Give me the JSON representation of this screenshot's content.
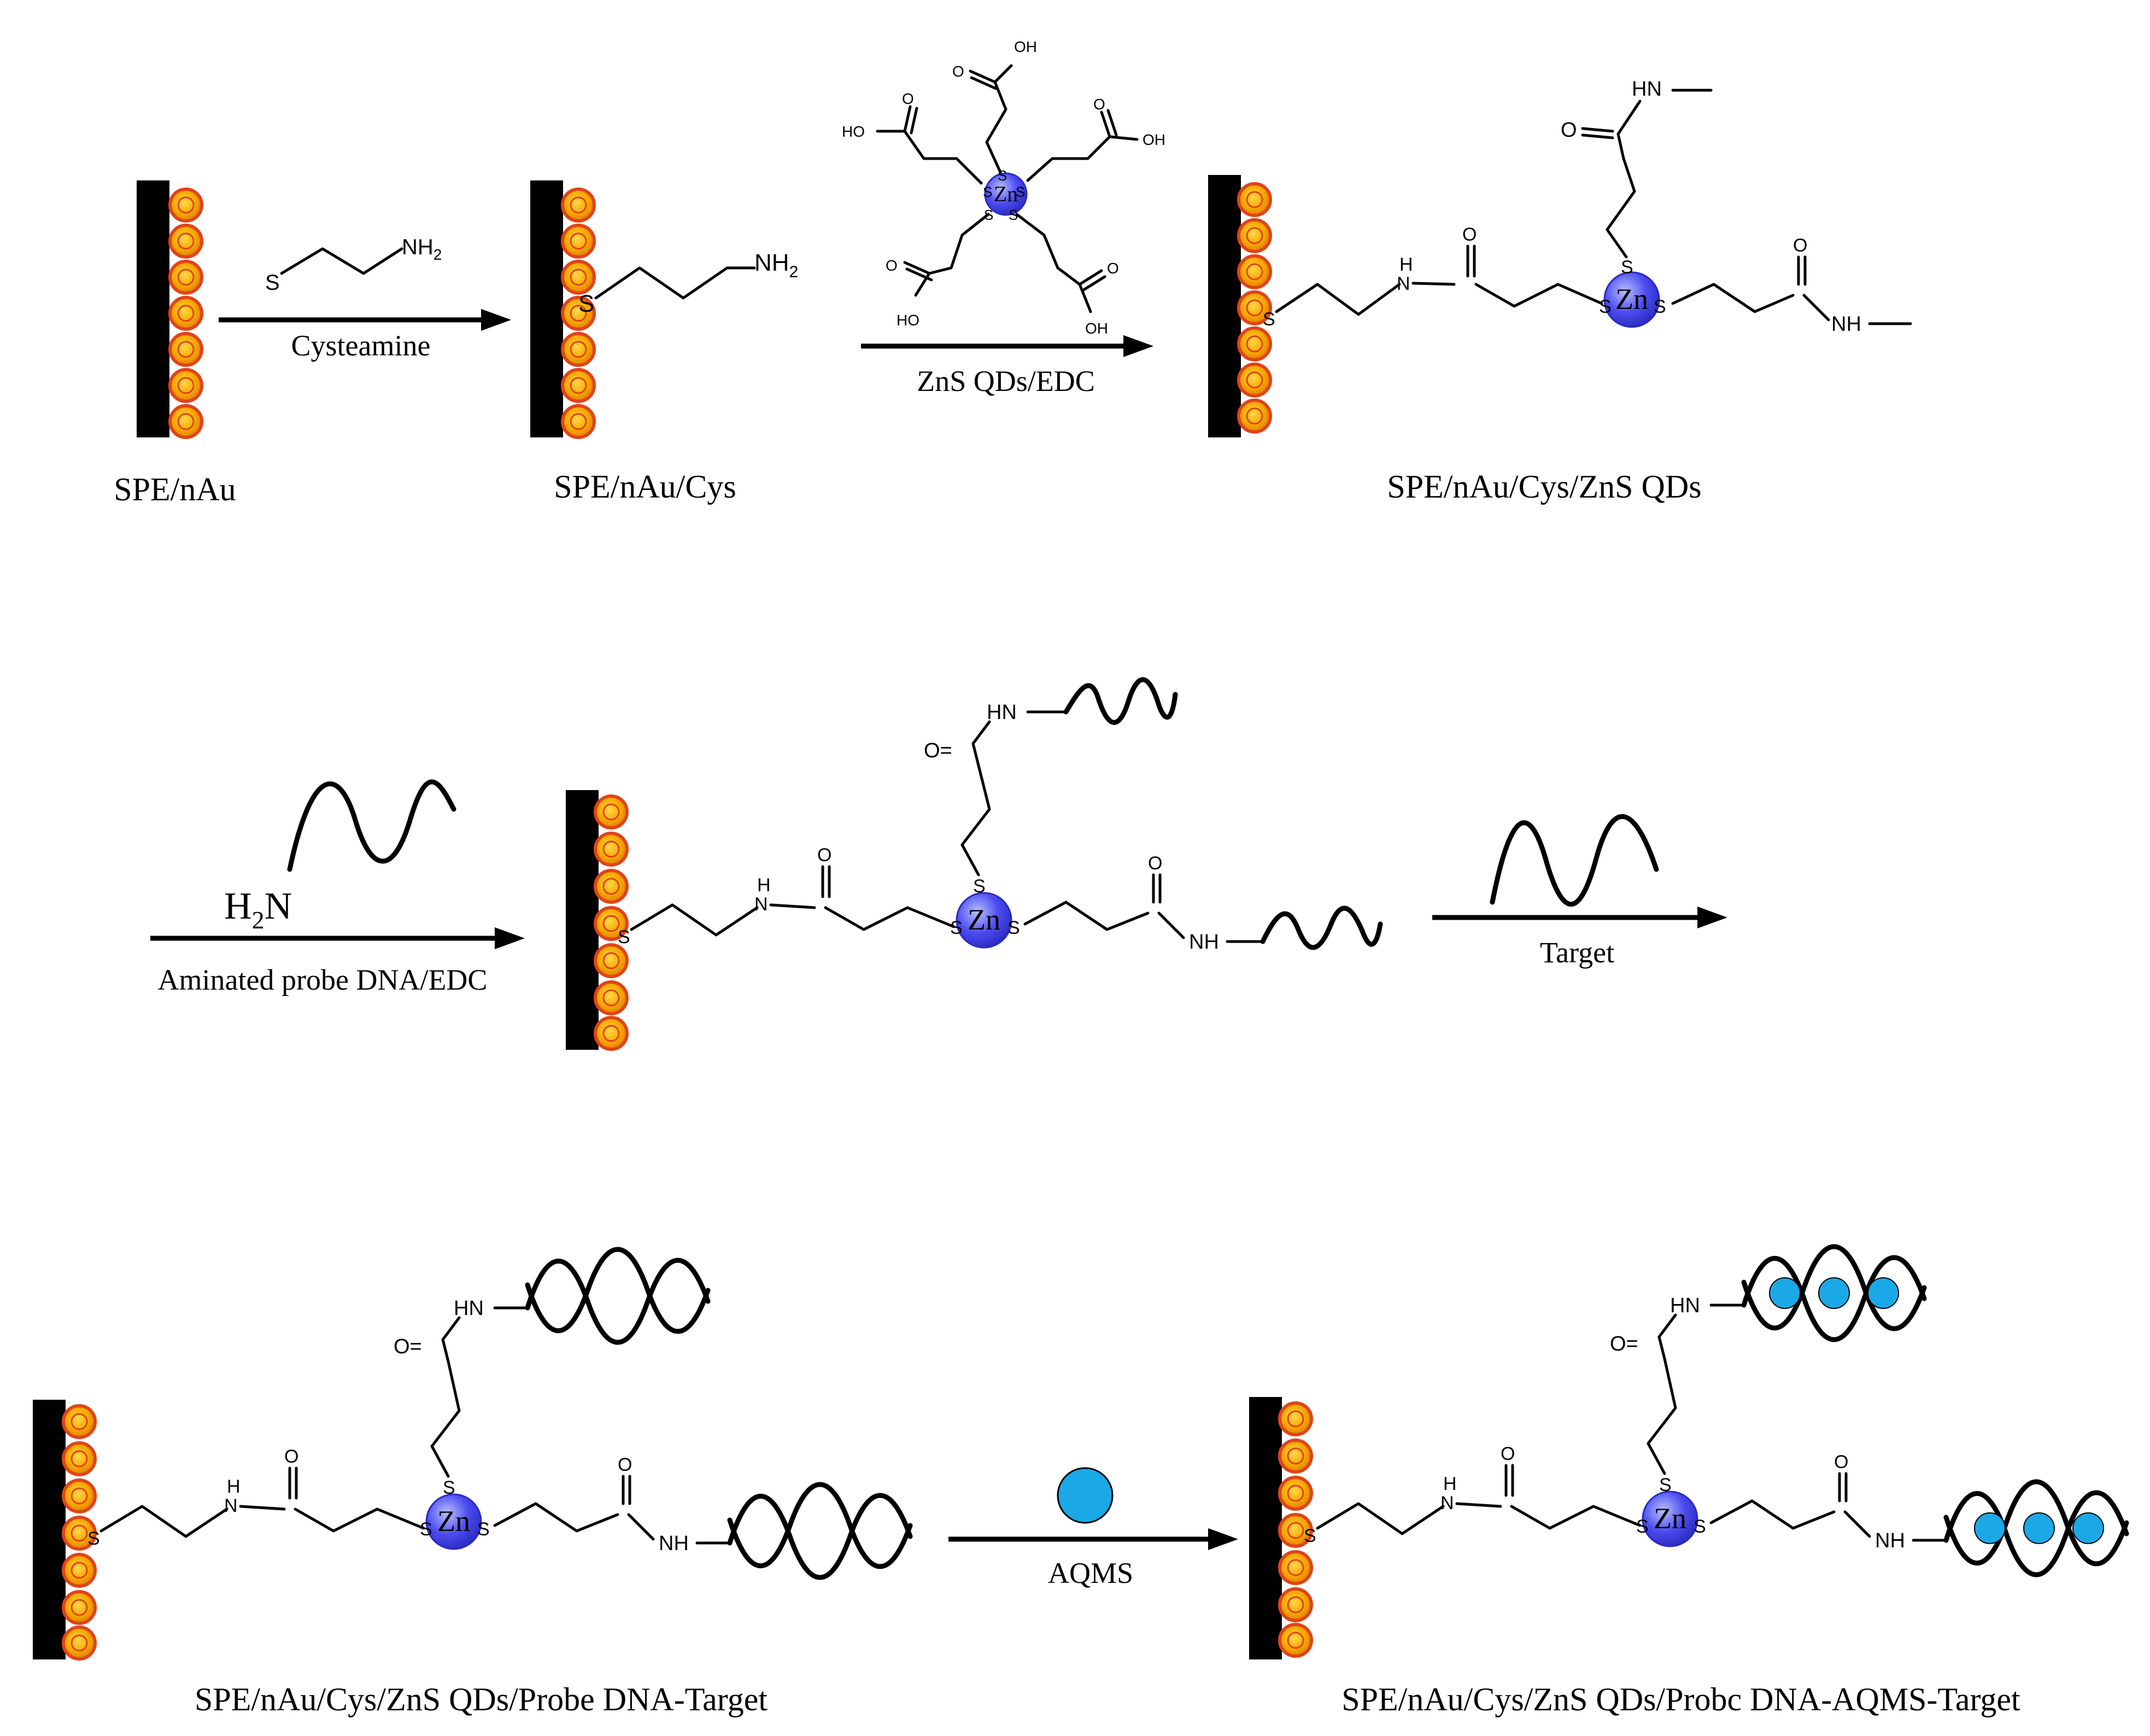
{
  "colors": {
    "electrode": "#000000",
    "gold_fill": "#f5a800",
    "gold_edge": "#e0441a",
    "zinc_sphere": "#4c4cf0",
    "aqms": "#1aa9e6"
  },
  "icons": [
    "electrode-bar",
    "gold-nanoparticle",
    "zns-quantum-dot",
    "dna-strand",
    "dna-double-helix",
    "aqms-molecule"
  ],
  "captions": {
    "spe_nau": "SPE/nAu",
    "spe_nau_cys": "SPE/nAu/Cys",
    "spe_nau_cys_zns": "SPE/nAu/Cys/ZnS QDs",
    "probe_target": "SPE/nAu/Cys/ZnS QDs/Probe DNA-Target",
    "probe_aqms_target": "SPE/nAu/Cys/ZnS QDs/Probc DNA-AQMS-Target"
  },
  "arrows": {
    "cysteamine": "Cysteamine",
    "zns_edc": "ZnS QDs/EDC",
    "aminated_probe": "Aminated probe DNA/EDC",
    "target": "Target",
    "aqms": "AQMS"
  },
  "atoms": {
    "S": "S",
    "NH2": "NH",
    "sub2": "2",
    "H2N": "H",
    "N": "N",
    "Zn": "Zn",
    "HN": "HN",
    "NH": "NH",
    "H": "H",
    "O": "O",
    "OH": "OH",
    "HO": "HO",
    "Oeq": "O="
  }
}
